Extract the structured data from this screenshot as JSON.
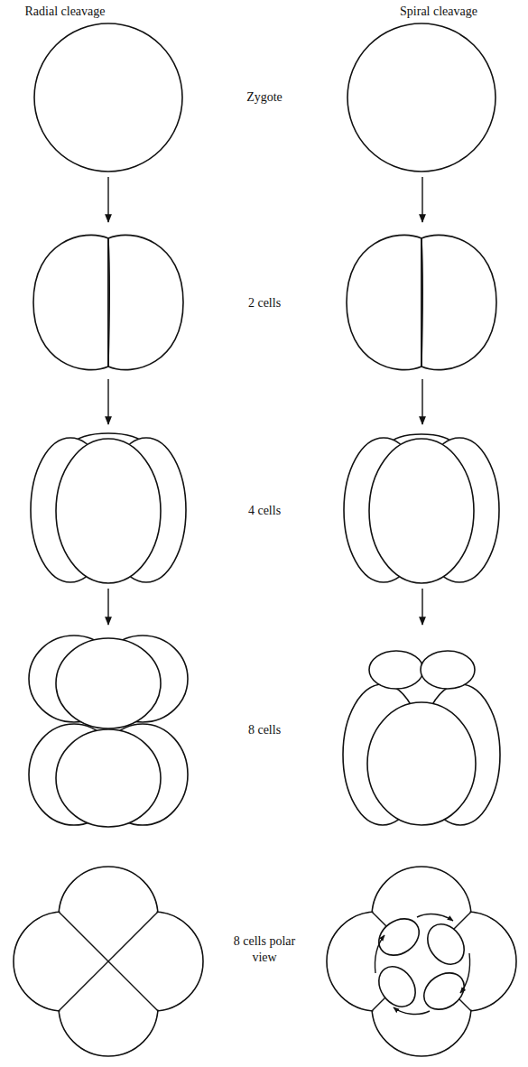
{
  "diagram": {
    "labels": [
      "Radial cleavage",
      "Spiral cleavage",
      "Zygote",
      "2 cells",
      "4 cells",
      "8 cells",
      "8 cells polar view"
    ]
  }
}
